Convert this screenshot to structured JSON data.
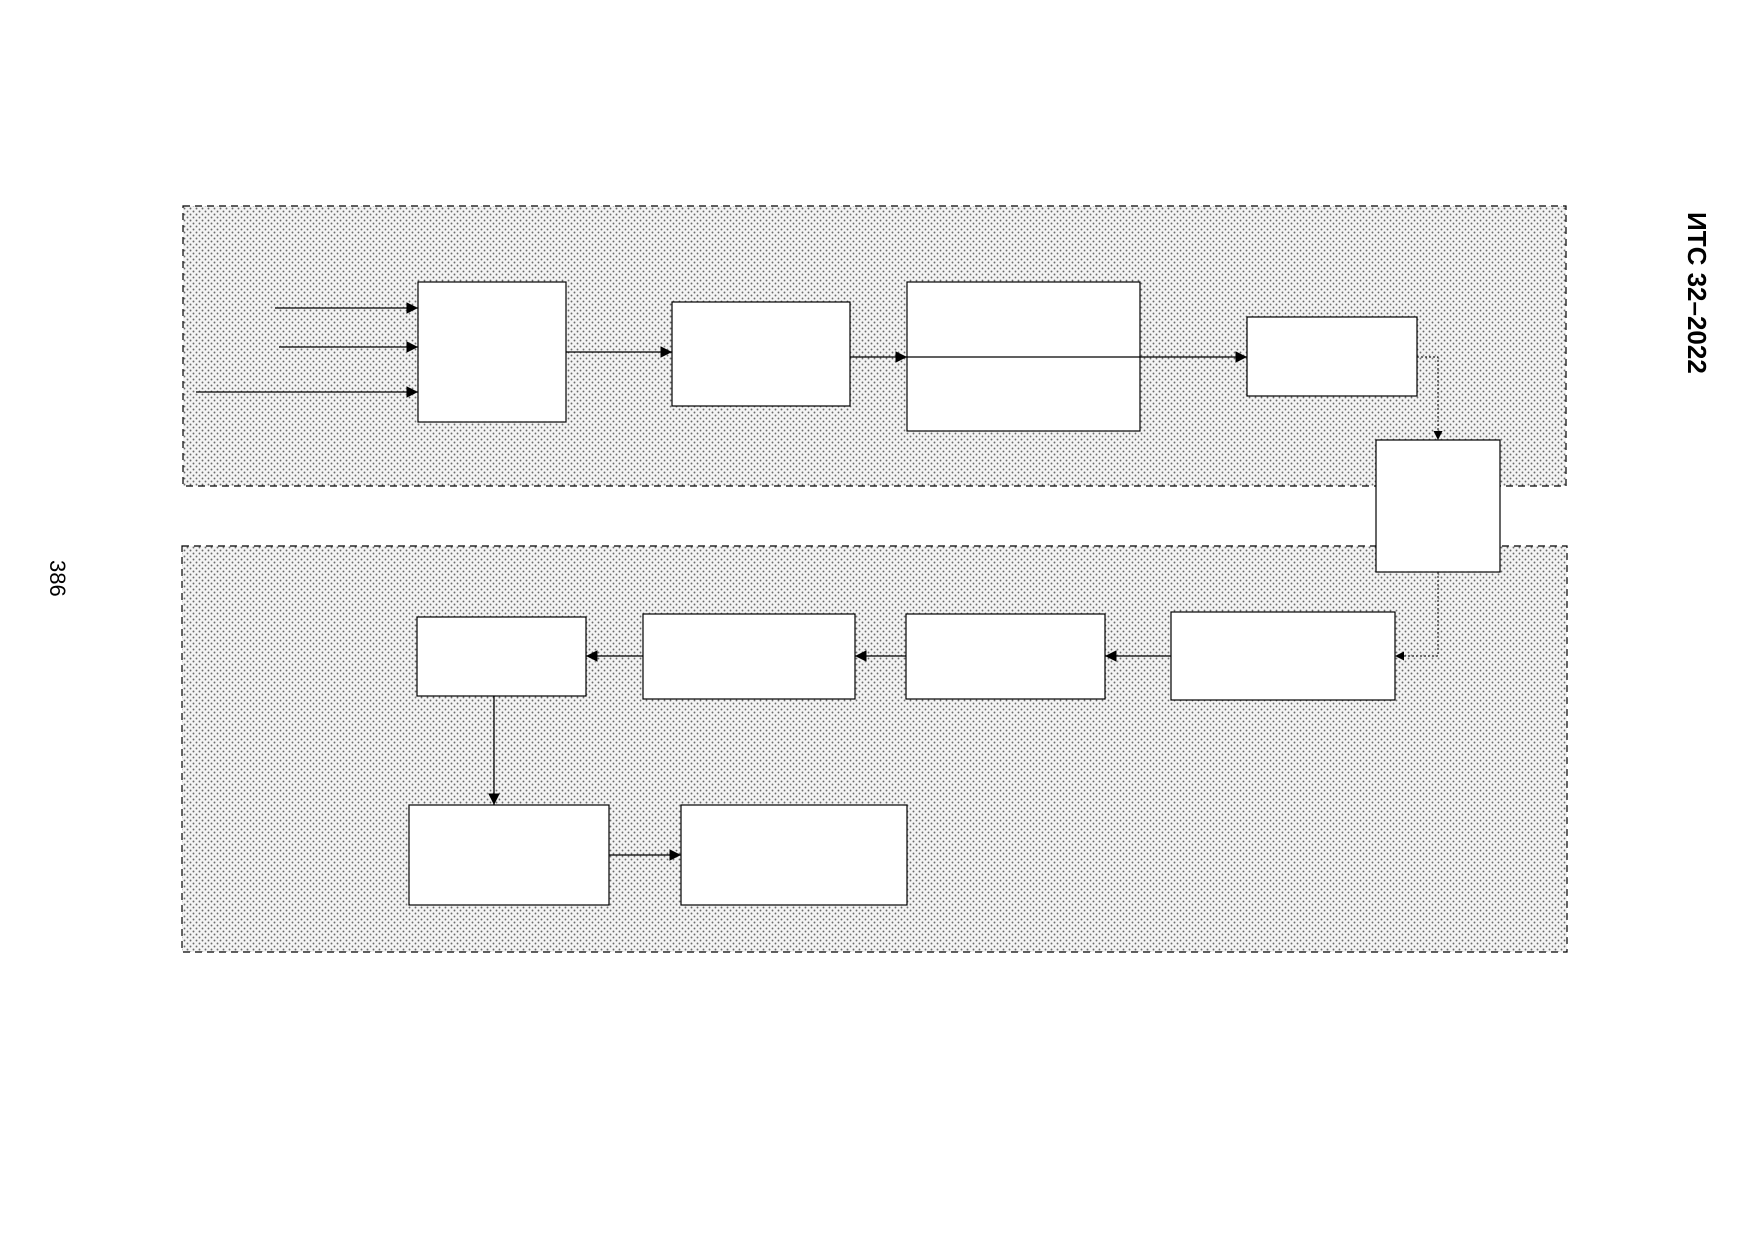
{
  "header": {
    "page_number": "386",
    "document_code": "ИТС 32–2022"
  },
  "diagram": {
    "fill_pattern": "dotted",
    "colors": {
      "stroke": "#000000",
      "box_fill": "#ffffff",
      "dot": "#6a6a6a",
      "group_bg": "#f4f4f4"
    }
  }
}
